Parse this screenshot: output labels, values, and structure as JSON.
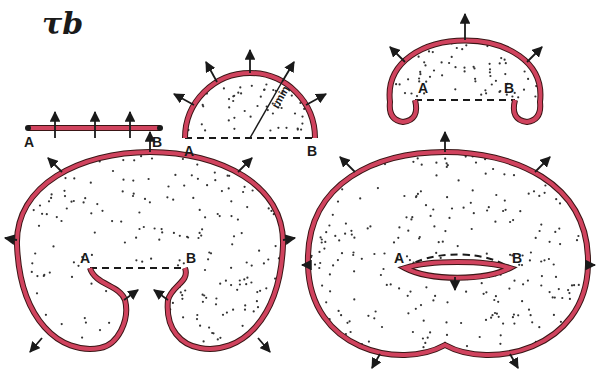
{
  "diagram": {
    "labels": [
      "τb",
      "A",
      "B",
      "rmin",
      "A",
      "B",
      "A",
      "B",
      "A",
      "B",
      "A",
      "B"
    ]
  }
}
